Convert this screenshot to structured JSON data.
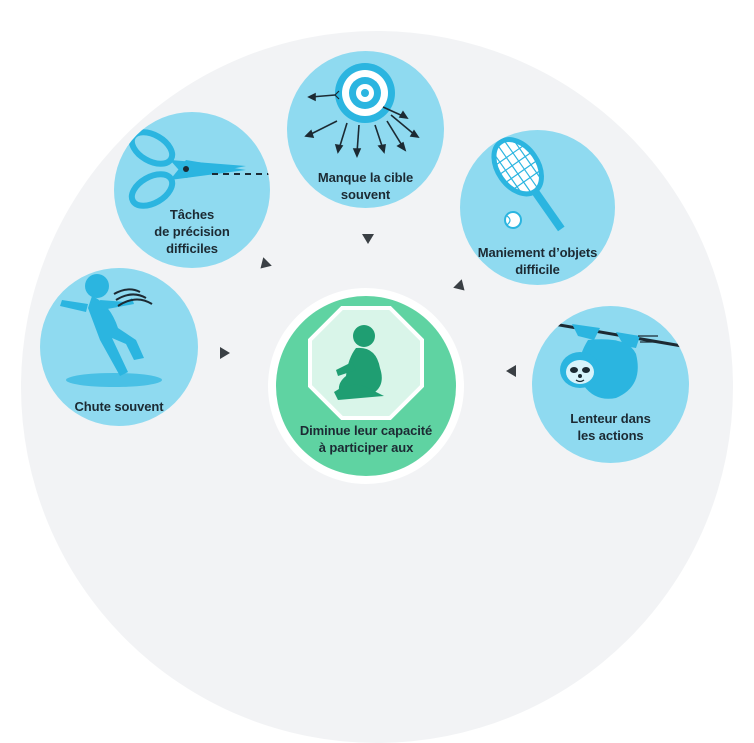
{
  "nodes": {
    "target": {
      "label": "Manque la cible souvent",
      "lines": [
        "Manque la cible",
        "souvent"
      ],
      "icon": "target-arrows-icon"
    },
    "scissors": {
      "label": "Tâches de précision difficiles",
      "lines": [
        "Tâches",
        "de précision",
        "difficiles"
      ],
      "icon": "scissors-icon"
    },
    "racket": {
      "label": "Maniement d'objets difficile",
      "lines": [
        "Maniement d’objets",
        "difficile"
      ],
      "icon": "tennis-racket-icon"
    },
    "fall": {
      "label": "Chute souvent",
      "lines": [
        "Chute souvent"
      ],
      "icon": "falling-child-icon"
    },
    "sloth": {
      "label": "Lenteur dans les actions",
      "lines": [
        "Lenteur dans",
        "les actions"
      ],
      "icon": "sloth-icon"
    },
    "center": {
      "label": "Diminue leur capacité à participer aux",
      "lines": [
        "Diminue leur capacité",
        "à participer aux"
      ],
      "icon": "sitting-child-stop-icon"
    }
  },
  "colors": {
    "circle": "#8fdaf0",
    "icon": "#2bb5e0",
    "center": "#5fd3a2",
    "center_icon": "#1f9e72",
    "arc": "#f2f3f5",
    "arrow": "#3a3f44",
    "text": "#1c2a33"
  }
}
